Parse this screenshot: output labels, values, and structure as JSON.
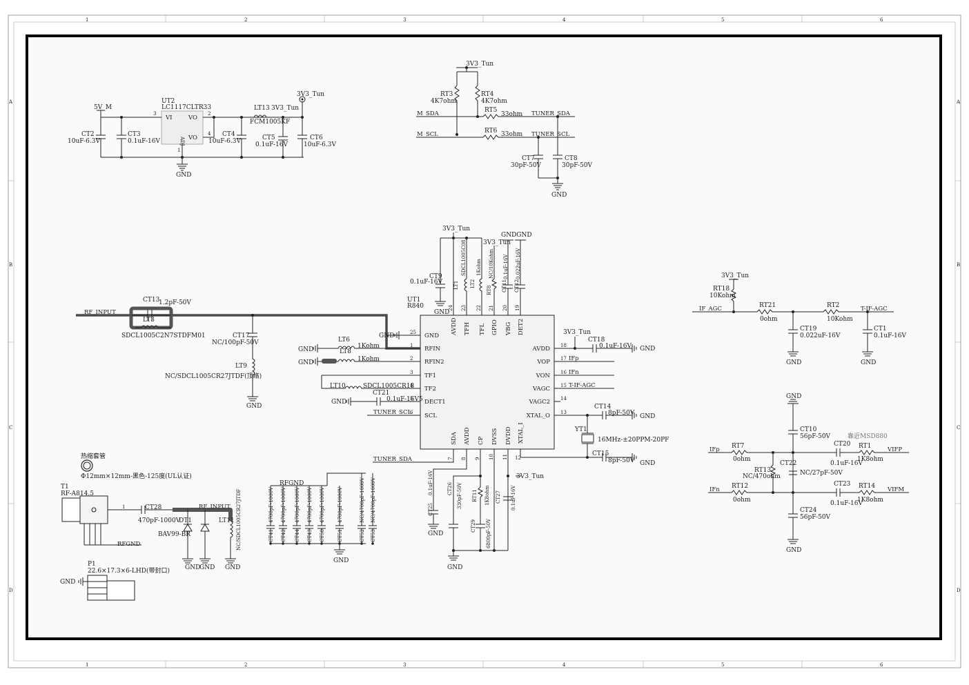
{
  "frame": {
    "col_labels": [
      "1",
      "2",
      "3",
      "4",
      "5",
      "6"
    ],
    "row_labels": [
      "A",
      "B",
      "C",
      "D"
    ]
  },
  "regulator": {
    "ref": "UT2",
    "part": "LC1117CLTR33",
    "pin_vi": "VI",
    "pin_vo": "VO",
    "pin_vo2": "VO",
    "pin_adj": "ADJ",
    "pin3": "3",
    "pin2": "2",
    "pin4": "4",
    "pin1": "1",
    "in_net": "5V_M",
    "out_net": "3V3_Tun",
    "out_net2": "3V3_Tun",
    "gnd": "GND",
    "ct2_ref": "CT2",
    "ct2_val": "10uF-6.3V",
    "ct3_ref": "CT3",
    "ct3_val": "0.1uF-16V",
    "ct4_ref": "CT4",
    "ct4_val": "10uF-6.3V",
    "ct5_ref": "CT5",
    "ct5_val": "0.1uF-16V",
    "ct6_ref": "CT6",
    "ct6_val": "10uF-6.3V",
    "lt13_ref": "LT13",
    "lt13_val": "FCM1005KF"
  },
  "i2c": {
    "pwr": "3V3_Tun",
    "rt3_ref": "RT3",
    "rt3_val": "4K7ohm",
    "rt4_ref": "RT4",
    "rt4_val": "4K7ohm",
    "rt5_ref": "RT5",
    "rt5_val": "33ohm",
    "rt6_ref": "RT6",
    "rt6_val": "33ohm",
    "m_sda": "M_SDA",
    "m_scl": "M_SCL",
    "tuner_sda": "TUNER_SDA",
    "tuner_scl": "TUNER_SCL",
    "ct7_ref": "CT7",
    "ct7_val": "30pF-50V",
    "ct8_ref": "CT8",
    "ct8_val": "30pF-50V",
    "gnd": "GND"
  },
  "tuner": {
    "ref": "UT1",
    "part": "R840",
    "left_pins": [
      {
        "num": "25",
        "name": "GND"
      },
      {
        "num": "1",
        "name": "RFIN"
      },
      {
        "num": "2",
        "name": "RFIN2"
      },
      {
        "num": "3",
        "name": "TF1"
      },
      {
        "num": "4",
        "name": "TF2"
      },
      {
        "num": "5",
        "name": "DECT1"
      },
      {
        "num": "6",
        "name": "SCL"
      }
    ],
    "right_pins": [
      {
        "num": "18",
        "name": "AVDD"
      },
      {
        "num": "17",
        "name": "VOP"
      },
      {
        "num": "16",
        "name": "VON"
      },
      {
        "num": "15",
        "name": "VAGC"
      },
      {
        "num": "14",
        "name": "VAGC2"
      },
      {
        "num": "13",
        "name": "XTAL_O"
      },
      {
        "num": "12",
        "name": "XTAL_I"
      }
    ],
    "top_pins": [
      {
        "num": "24",
        "name": "AVDD"
      },
      {
        "num": "23",
        "name": "TFH"
      },
      {
        "num": "22",
        "name": "TFL"
      },
      {
        "num": "21",
        "name": "GPIO"
      },
      {
        "num": "20",
        "name": "VBG"
      },
      {
        "num": "19",
        "name": "DET2"
      }
    ],
    "bottom_pins": [
      {
        "num": "7",
        "name": "SDA"
      },
      {
        "num": "8",
        "name": "AVDD"
      },
      {
        "num": "9",
        "name": "CP"
      },
      {
        "num": "10",
        "name": "DVSS"
      },
      {
        "num": "11",
        "name": "DVDD"
      }
    ]
  },
  "tuner_parts": {
    "top_pwr": "3V3_Tun",
    "top_pwr2": "3V3_Tun",
    "gndgnd": "GNDGND",
    "gnd": "GND",
    "ct9_ref": "CT9",
    "ct9_val": "0.1uF-16V",
    "lt1_ref": "LT1",
    "lt1_val": "SDCL1005C08",
    "lt2_ref": "LT2",
    "lt2_val": "1Kohm",
    "rt8_ref": "RT8",
    "rt8_val": "NC/10Kohm",
    "ct11_ref": "CT11",
    "ct11_val": "0.1uF-16V",
    "ct12_ref": "CT12",
    "ct12_val": "0.022uF-16V",
    "rf_input": "RF_INPUT",
    "ct13_ref": "CT13",
    "ct13_val": "1.2pF-50V",
    "lt3_ref": "LT3",
    "lt3_val": "SDCL1005C2N7STDFM01",
    "ct17_ref": "CT17",
    "ct17_val": "NC/100pF-50V",
    "lt9_ref": "LT9",
    "lt9_val": "NC/SDCL1005CR27JTDF(顶络)",
    "lt6_ref": "LT6",
    "lt6_val": "1Kohm",
    "lt8_ref": "LT8",
    "lt8_val": "1Kohm",
    "lt10_ref": "LT10",
    "lt10_val": "SDCL1005CR18",
    "ct21_ref": "CT21",
    "ct21_val": "0.1uF-16V5",
    "tuner_scl": "TUNER_SCL",
    "tuner_sda": "TUNER_SDA",
    "avdd_pwr": "3V3_Tun",
    "ct18_ref": "CT18",
    "ct18_val": "0.1uF-16V",
    "vop_net": "IFp",
    "von_net": "IFn",
    "vagc_net": "T-IF-AGC",
    "ct14_ref": "CT14",
    "ct14_val": "8pF-50V",
    "ct15_ref": "CT15",
    "ct15_val": "8pF-50V",
    "yt1_ref": "YT1",
    "yt1_val": "16MHz-±20PPM-20PF",
    "ct25_ref": "CT25",
    "ct25_val": "0.1uF-16V",
    "ct26_ref": "CT26",
    "ct26_val": "330pF-50V",
    "rt11_ref": "RT11",
    "rt11_val": "1K8ohm",
    "ct29_ref": "CT29",
    "ct29_val": "6800pF-50V",
    "ct27_ref": "CT27",
    "ct27_val": "0.1uF-16V",
    "dvdd_pwr": "3V3_Tun"
  },
  "agc": {
    "pwr": "3V3_Tun",
    "rt18_ref": "RT18",
    "rt18_val": "10Kohm",
    "if_agc": "IF_AGC",
    "rt21_ref": "RT21",
    "rt21_val": "0ohm",
    "rt2_ref": "RT2",
    "rt2_val": "10Kohm",
    "t_if_agc": "T-IF-AGC",
    "ct19_ref": "CT19",
    "ct19_val": "0.022uF-16V",
    "ct1_ref": "CT1",
    "ct1_val": "0.1uF-16V",
    "gnd": "GND"
  },
  "if_filter": {
    "gnd": "GND",
    "ct10_ref": "CT10",
    "ct10_val": "56pF-50V",
    "note": "靠近MSD880",
    "ifp": "IFp",
    "ifn": "IFn",
    "rt7_ref": "RT7",
    "rt7_val": "0ohm",
    "rt12_ref": "RT12",
    "rt12_val": "0ohm",
    "rt13_ref": "RT13",
    "rt13_val": "NC/470ohm",
    "ct22_ref": "CT22",
    "ct22_val": "NC/27pF-50V",
    "ct20_ref": "CT20",
    "ct20_val": "0.1uF-16V",
    "ct23_ref": "CT23",
    "ct23_val": "0.1uF-16V",
    "rt1_ref": "RT1",
    "rt1_val": "1K8ohm",
    "rt14_ref": "RT14",
    "rt14_val": "1K8ohm",
    "vifp": "VIFP",
    "vifm": "VIFM",
    "ct24_ref": "CT24",
    "ct24_val": "56pF-50V"
  },
  "rf_connector": {
    "sleeve_title": "热缩套管",
    "sleeve_spec": "Φ12mm×12mm-黑色-125度(UL认证)",
    "t1_ref": "T1",
    "t1_val": "RF-A814.5",
    "ct28_ref": "CT28",
    "ct28_val": "470pF-1000V",
    "rf_input": "RF_INPUT",
    "dt1_ref": "DT1",
    "dt1_val": "BAV99-BR",
    "lt11_ref": "LT11",
    "lt11_val": "NC/SDCL1005CR27JTDF",
    "rfgnd": "RFGND",
    "gnd": "GND",
    "p1_ref": "P1",
    "p1_val": "22.6×17.3×6-LHD(带封口)"
  },
  "esd_caps": {
    "rfgnd": "RFGND",
    "gnd": "GND",
    "caps": [
      {
        "ref": "CT41",
        "val": "4700pF-1000V"
      },
      {
        "ref": "CT42",
        "val": "4700pF-1000V"
      },
      {
        "ref": "CT44",
        "val": "4700pF-1000V"
      },
      {
        "ref": "CT43",
        "val": "4700pF-1000V"
      },
      {
        "ref": "CT50",
        "val": "4700pF-1000V"
      },
      {
        "ref": "CT51",
        "val": "4700pF-1000V"
      },
      {
        "ref": "CT52",
        "val": "NC/4700pF-1000V"
      },
      {
        "ref": "CT53",
        "val": "NC/4700pF-1000V"
      }
    ]
  }
}
